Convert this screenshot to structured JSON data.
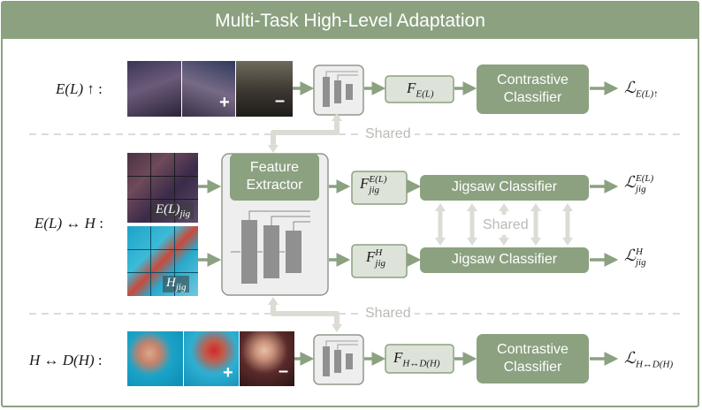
{
  "title": "Multi-Task High-Level Adaptation",
  "rows": {
    "top": {
      "label_main": "E(L)",
      "label_arrow": "↑",
      "label_colon": ":"
    },
    "middle": {
      "label_main": "E(L) ↔ H",
      "label_colon": ":"
    },
    "bottom": {
      "label_main": "H ↔ D(H)",
      "label_colon": ":"
    }
  },
  "boxes": {
    "feature_extractor": "Feature\nExtractor",
    "contrastive_top": "Contrastive\nClassifier",
    "contrastive_bottom": "Contrastive\nClassifier",
    "jigsaw_top": "Jigsaw Classifier",
    "jigsaw_bottom": "Jigsaw Classifier"
  },
  "features": {
    "top": {
      "base": "F",
      "sub": "E(L)"
    },
    "jig_el": {
      "base": "F",
      "sup": "E(L)",
      "sub": "jig"
    },
    "jig_h": {
      "base": "F",
      "sup": "H",
      "sub": "jig"
    },
    "bottom": {
      "base": "F",
      "sub": "H↔D(H)"
    }
  },
  "losses": {
    "top": {
      "base": "ℒ",
      "sub": "E(L)↑"
    },
    "jig_el": {
      "base": "ℒ",
      "sup": "E(L)",
      "sub": "jig"
    },
    "jig_h": {
      "base": "ℒ",
      "sup": "H",
      "sub": "jig"
    },
    "bottom": {
      "base": "ℒ",
      "sub": "H↔D(H)"
    }
  },
  "shared_labels": [
    "Shared",
    "Shared",
    "Shared"
  ],
  "image_tags": {
    "el_jig": "E(L)jig",
    "h_jig": "Hjig"
  },
  "colors": {
    "green": "#8ba180",
    "light_green": "#dde3d8",
    "gray_box": "#eeeeee",
    "gray_border": "#8f9a8a",
    "shared_gray": "#dcdcd4"
  }
}
